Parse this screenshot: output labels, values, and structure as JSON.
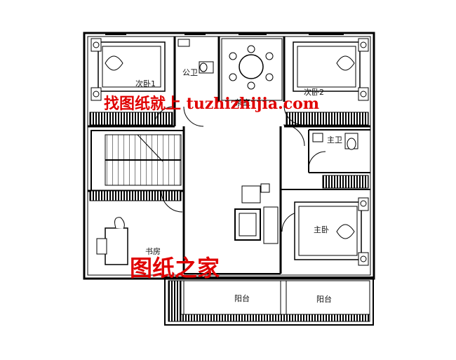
{
  "rooms": {
    "bedroom2a": "次卧1",
    "public_bath": "公卫",
    "tea_room": "茶室",
    "bedroom2b": "次卧2",
    "master_bath": "主卫",
    "study": "书房",
    "master_bedroom": "主卧",
    "balcony_left": "阳台",
    "balcony_right": "阳台"
  },
  "watermarks": {
    "top": "找图纸就上 tuzhizhijia.com",
    "bottom": "图纸之家"
  },
  "colors": {
    "wall": "#000000",
    "hatch": "#000000",
    "watermark": "#e00000",
    "background": "#ffffff"
  }
}
